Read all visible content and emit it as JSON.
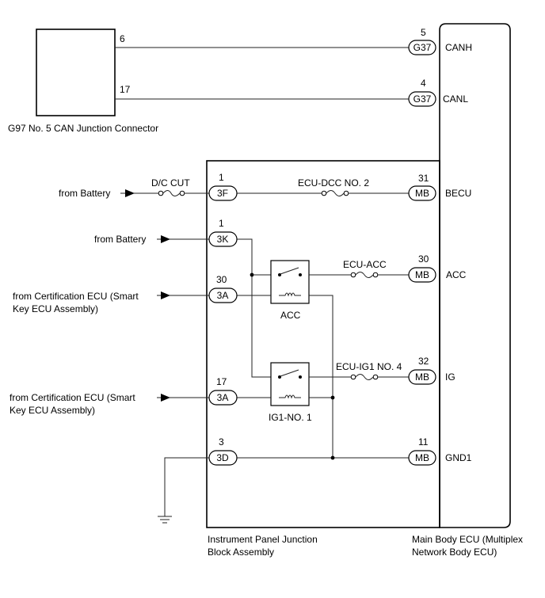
{
  "diagram": {
    "junction_connector": {
      "label": "G97   No. 5 CAN Junction Connector",
      "pin_canh": "6",
      "pin_canl": "17"
    },
    "main_body_ecu": {
      "label_line1": "Main Body ECU (Multiplex",
      "label_line2": "Network Body ECU)",
      "terminals": [
        {
          "pin": "5",
          "connector": "G37",
          "name": "CANH"
        },
        {
          "pin": "4",
          "connector": "G37",
          "name": "CANL"
        },
        {
          "pin": "31",
          "connector": "MB",
          "name": "BECU"
        },
        {
          "pin": "30",
          "connector": "MB",
          "name": "ACC"
        },
        {
          "pin": "32",
          "connector": "MB",
          "name": "IG"
        },
        {
          "pin": "11",
          "connector": "MB",
          "name": "GND1"
        }
      ]
    },
    "junction_block": {
      "label_line1": "Instrument Panel Junction",
      "label_line2": "Block Assembly",
      "connectors": [
        {
          "pin": "1",
          "connector": "3F"
        },
        {
          "pin": "1",
          "connector": "3K"
        },
        {
          "pin": "30",
          "connector": "3A"
        },
        {
          "pin": "17",
          "connector": "3A"
        },
        {
          "pin": "3",
          "connector": "3D"
        }
      ]
    },
    "sources": {
      "battery": "from Battery",
      "cert_line1": "from Certification ECU (Smart",
      "cert_line2": "Key ECU Assembly)"
    },
    "fuses": {
      "dc_cut": "D/C CUT",
      "ecu_dcc": "ECU-DCC NO. 2",
      "ecu_acc": "ECU-ACC",
      "ecu_ig1": "ECU-IG1 NO. 4"
    },
    "relays": {
      "acc": "ACC",
      "ig1": "IG1-NO. 1"
    }
  }
}
